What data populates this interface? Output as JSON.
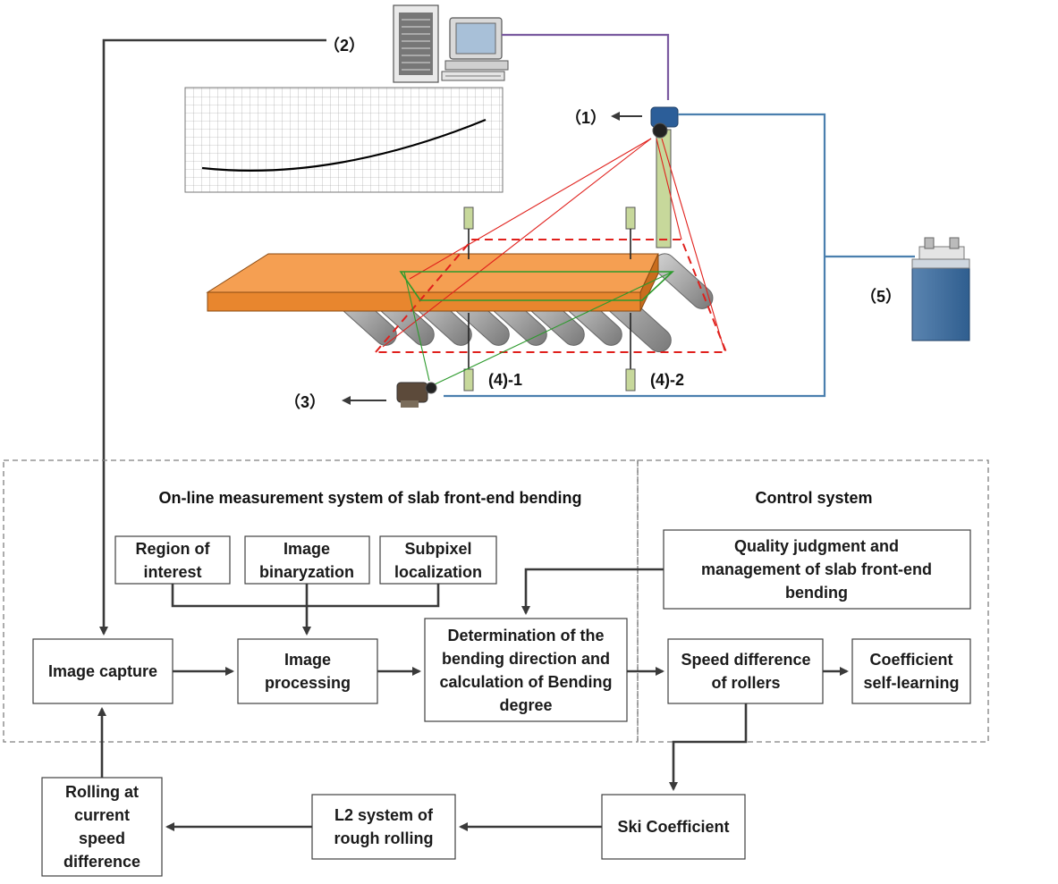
{
  "labels": {
    "l1": "（1）",
    "l2": "（2）",
    "l3": "（3）",
    "l5": "（5）",
    "l41": "(4)-1",
    "l42": "(4)-2"
  },
  "sections": {
    "measurement": "On-line measurement system of slab front-end bending",
    "control": "Control system"
  },
  "boxes": {
    "roi": [
      "Region of",
      "interest"
    ],
    "binar": [
      "Image",
      "binaryzation"
    ],
    "subpixel": [
      "Subpixel",
      "localization"
    ],
    "capture": [
      "Image capture"
    ],
    "processing": [
      "Image",
      "processing"
    ],
    "determination": [
      "Determination of the",
      "bending direction and",
      "calculation of Bending",
      "degree"
    ],
    "quality": [
      "Quality judgment and",
      "management of slab front-end",
      "bending"
    ],
    "speed": [
      "Speed difference",
      "of rollers"
    ],
    "coef": [
      "Coefficient",
      "self-learning"
    ],
    "ski": [
      "Ski Coefficient"
    ],
    "l2": [
      "L2 system of",
      "rough rolling"
    ],
    "rolling": [
      "Rolling at",
      "current",
      "speed",
      "difference"
    ]
  },
  "colors": {
    "slab_top": "#f59f52",
    "slab_front": "#e8862e",
    "roller": "#a9a9a9",
    "red_field": "#e0201c",
    "green_field": "#2c9a2c",
    "blue_link": "#4a7fae",
    "purple_link": "#7a5aa0"
  }
}
